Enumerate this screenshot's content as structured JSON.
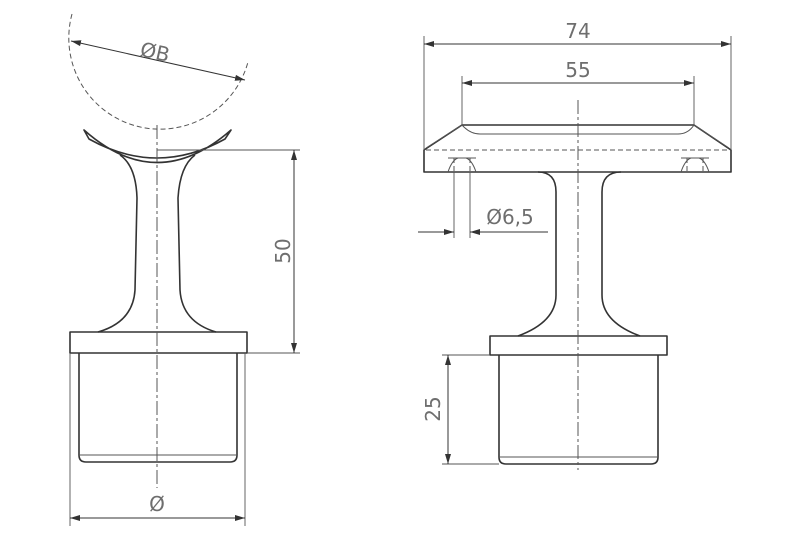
{
  "dimensions": {
    "rail_diameter": "ØB",
    "height": "50",
    "base_diameter": "Ø",
    "plate_width": "74",
    "hole_spacing": "55",
    "hole_diameter": "Ø6,5",
    "spigot_height": "25"
  }
}
